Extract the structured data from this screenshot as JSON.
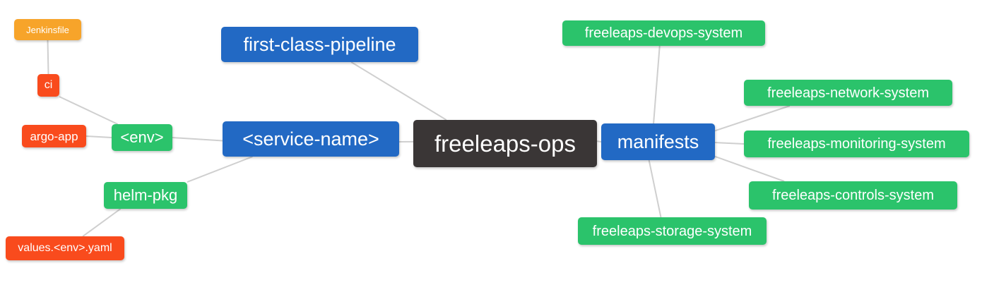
{
  "diagram": {
    "type": "mindmap",
    "colors": {
      "blue": "#2269C4",
      "green": "#2BC36B",
      "red": "#F94B1D",
      "amber": "#F7A42A",
      "dark": "#3A3636",
      "line": "#CFCFCF",
      "text": "#FFFFFF",
      "background": "#FFFFFF"
    },
    "root": "freeleaps-ops",
    "nodes": [
      {
        "id": "jenkinsfile",
        "label": "Jenkinsfile",
        "color": "amber"
      },
      {
        "id": "ci",
        "label": "ci",
        "color": "red"
      },
      {
        "id": "argo-app",
        "label": "argo-app",
        "color": "red"
      },
      {
        "id": "env",
        "label": "<env>",
        "color": "green"
      },
      {
        "id": "service-name",
        "label": "<service-name>",
        "color": "blue"
      },
      {
        "id": "first-class-pipeline",
        "label": "first-class-pipeline",
        "color": "blue"
      },
      {
        "id": "freeleaps-ops",
        "label": "freeleaps-ops",
        "color": "dark"
      },
      {
        "id": "manifests",
        "label": "manifests",
        "color": "blue"
      },
      {
        "id": "helm-pkg",
        "label": "helm-pkg",
        "color": "green"
      },
      {
        "id": "values-env-yaml",
        "label": "values.<env>.yaml",
        "color": "red"
      },
      {
        "id": "freeleaps-devops-system",
        "label": "freeleaps-devops-system",
        "color": "green"
      },
      {
        "id": "freeleaps-network-system",
        "label": "freeleaps-network-system",
        "color": "green"
      },
      {
        "id": "freeleaps-monitoring-system",
        "label": "freeleaps-monitoring-system",
        "color": "green"
      },
      {
        "id": "freeleaps-controls-system",
        "label": "freeleaps-controls-system",
        "color": "green"
      },
      {
        "id": "freeleaps-storage-system",
        "label": "freeleaps-storage-system",
        "color": "green"
      }
    ],
    "edges": [
      {
        "from": "jenkinsfile",
        "to": "ci"
      },
      {
        "from": "ci",
        "to": "env"
      },
      {
        "from": "argo-app",
        "to": "env"
      },
      {
        "from": "env",
        "to": "service-name"
      },
      {
        "from": "service-name",
        "to": "freeleaps-ops"
      },
      {
        "from": "first-class-pipeline",
        "to": "freeleaps-ops"
      },
      {
        "from": "service-name",
        "to": "helm-pkg"
      },
      {
        "from": "helm-pkg",
        "to": "values-env-yaml"
      },
      {
        "from": "freeleaps-ops",
        "to": "manifests"
      },
      {
        "from": "manifests",
        "to": "freeleaps-devops-system"
      },
      {
        "from": "manifests",
        "to": "freeleaps-network-system"
      },
      {
        "from": "manifests",
        "to": "freeleaps-monitoring-system"
      },
      {
        "from": "manifests",
        "to": "freeleaps-controls-system"
      },
      {
        "from": "manifests",
        "to": "freeleaps-storage-system"
      }
    ]
  }
}
